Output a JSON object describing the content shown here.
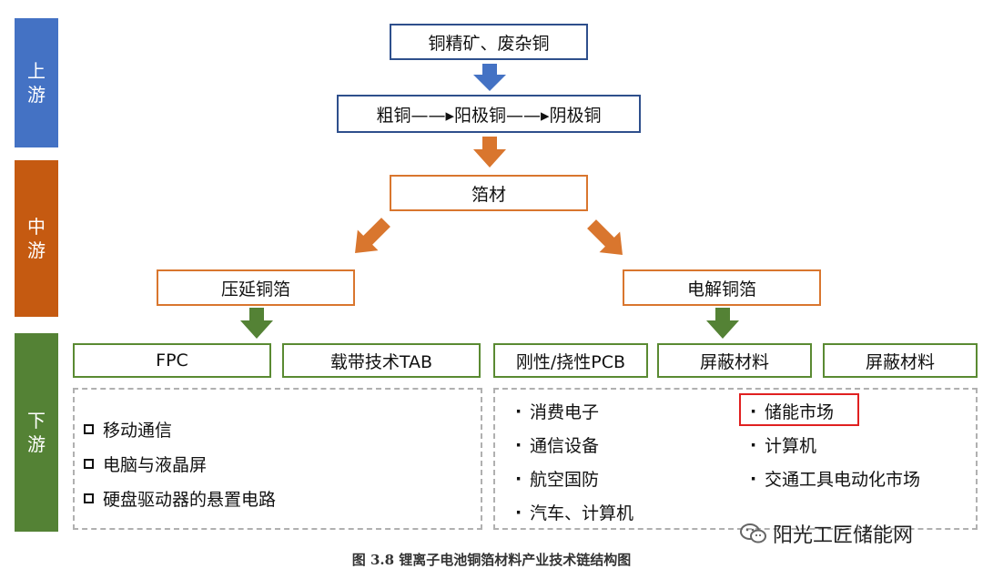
{
  "stages": {
    "upstream": [
      "上",
      "游"
    ],
    "midstream": [
      "中",
      "游"
    ],
    "downstream": [
      "下",
      "游"
    ]
  },
  "nodes": {
    "ore": "铜精矿、废杂铜",
    "refining": "粗铜——▸阳极铜——▸阴极铜",
    "foil": "箔材",
    "rolled_foil": "压延铜箔",
    "electrolytic_foil": "电解铜箔"
  },
  "products": {
    "fpc": "FPC",
    "tab": "载带技术TAB",
    "pcb": "刚性/挠性PCB",
    "shield1": "屏蔽材料",
    "shield2": "屏蔽材料"
  },
  "applications_left": [
    "移动通信",
    "电脑与液晶屏",
    "硬盘驱动器的悬置电路"
  ],
  "applications_right_col1": [
    "消费电子",
    "通信设备",
    "航空国防",
    "汽车、计算机"
  ],
  "applications_right_col2": [
    "储能市场",
    "计算机",
    "交通工具电动化市场"
  ],
  "bullet": "·",
  "watermark": "阳光工匠储能网",
  "caption": "图 3.8 锂离子电池铜箔材料产业技术链结构图",
  "colors": {
    "upstream": "#4472c4",
    "midstream": "#c55a11",
    "downstream": "#548235",
    "highlight": "#e02020"
  }
}
